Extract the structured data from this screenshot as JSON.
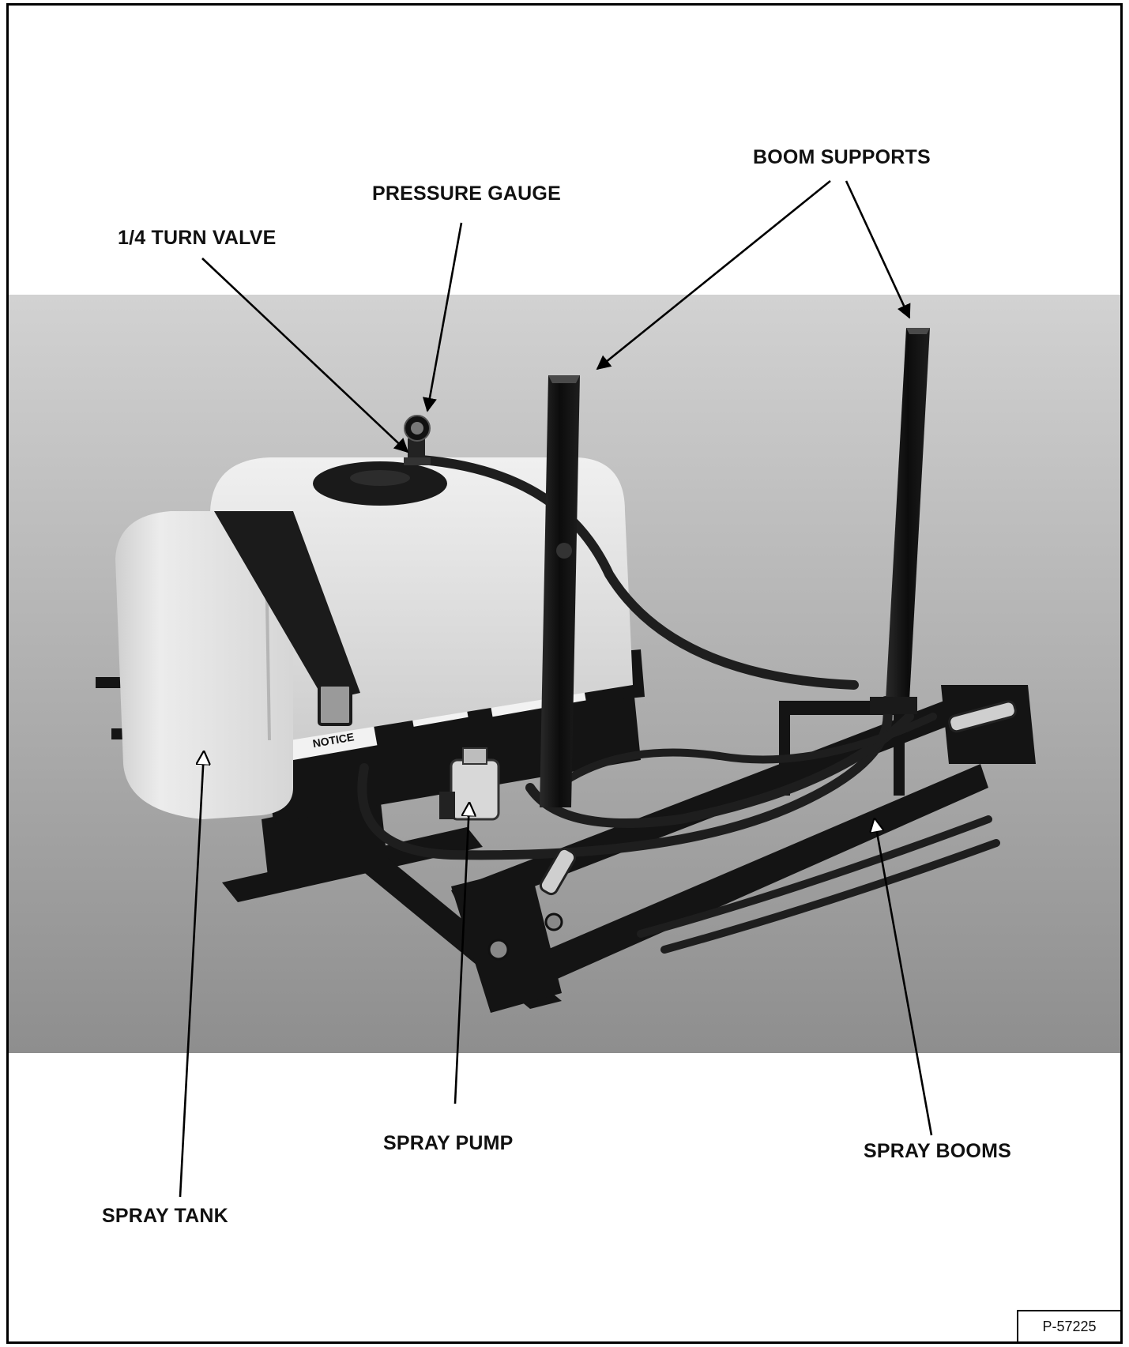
{
  "callouts": {
    "boom_supports": "BOOM SUPPORTS",
    "pressure_gauge": "PRESSURE GAUGE",
    "turn_valve": "1/4 TURN VALVE",
    "spray_pump": "SPRAY PUMP",
    "spray_booms": "SPRAY BOOMS",
    "spray_tank": "SPRAY TANK"
  },
  "tank_label": "NOTICE",
  "figure_id": "P-57225",
  "colors": {
    "frame": "#000000",
    "backdrop_top": "#d2d2d2",
    "backdrop_bottom": "#8e8e8e",
    "tank": "#e6e6e6",
    "steel": "#141414"
  }
}
